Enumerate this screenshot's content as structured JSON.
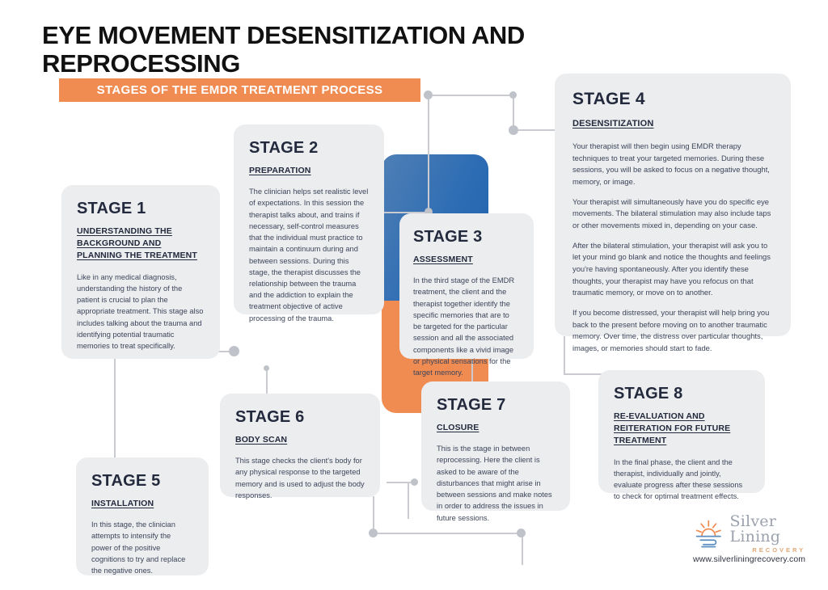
{
  "header": {
    "title": "EYE MOVEMENT DESENSITIZATION AND REPROCESSING",
    "subtitle": "STAGES OF THE EMDR TREATMENT PROCESS",
    "accent_orange": "#F08B52",
    "accent_blue": "#2E6DB4",
    "card_bg": "#ECEDEF",
    "heading_color": "#232A3D"
  },
  "stages": [
    {
      "number": "STAGE 1",
      "name": "UNDERSTANDING THE BACKGROUND AND PLANNING THE TREATMENT",
      "body": "Like in any medical diagnosis, understanding the history of the patient is crucial to plan the appropriate treatment. This stage also includes talking about the trauma and identifying potential traumatic memories to treat specifically."
    },
    {
      "number": "STAGE 2",
      "name": "PREPARATION",
      "body": "The clinician helps set realistic level of expectations. In this session the therapist talks about, and trains if necessary, self-control measures that the individual must practice to maintain a continuum during and between sessions. During this stage, the therapist discusses the relationship between the trauma and the addiction to explain the treatment objective of active processing of the trauma."
    },
    {
      "number": "STAGE 3",
      "name": "ASSESSMENT",
      "body": "In the third stage of the EMDR treatment, the client and the therapist together identify the specific memories that are to be targeted for the particular session and all the associated components like a vivid image or physical sensations for the target memory."
    },
    {
      "number": "STAGE 4",
      "name": "DESENSITIZATION",
      "body1": "Your therapist will then begin using EMDR therapy techniques to treat your targeted memories. During these sessions, you will be asked to focus on a negative thought, memory, or image.",
      "body2": "Your therapist will simultaneously have you do specific eye movements. The bilateral stimulation may also include taps or other movements mixed in, depending on your case.",
      "body3": "After the bilateral stimulation, your therapist will ask you to let your mind go blank and notice the thoughts and feelings you're having spontaneously. After you identify these thoughts, your therapist may have you refocus on that traumatic memory, or move on to another.",
      "body4": "If you become distressed, your therapist will help bring you back to the present before moving on to another traumatic memory. Over time, the distress over particular thoughts, images, or memories should start to fade."
    },
    {
      "number": "STAGE 5",
      "name": "INSTALLATION",
      "body": "In this stage, the clinician attempts to intensify the power of the positive cognitions to try and replace the negative ones."
    },
    {
      "number": "STAGE 6",
      "name": "BODY SCAN",
      "body": "This stage checks the client's body for any physical response to the targeted memory and is used to adjust the body responses."
    },
    {
      "number": "STAGE 7",
      "name": "CLOSURE",
      "body": "This is the stage in between reprocessing. Here the client is asked to be aware of the disturbances that might arise in between sessions and make notes in order to address the issues in future sessions."
    },
    {
      "number": "STAGE 8",
      "name": "RE-EVALUATION AND REITERATION FOR FUTURE TREATMENT",
      "body": "In the final phase, the client and the therapist, individually and jointly, evaluate progress after these sessions to check for optimal treatment effects."
    }
  ],
  "footer": {
    "logo_name": "Silver Lining",
    "logo_sub": "RECOVERY",
    "website": "www.silverliningrecovery.com",
    "logo_sun_color": "#F08B52",
    "logo_wave_color": "#5B8DC0"
  }
}
